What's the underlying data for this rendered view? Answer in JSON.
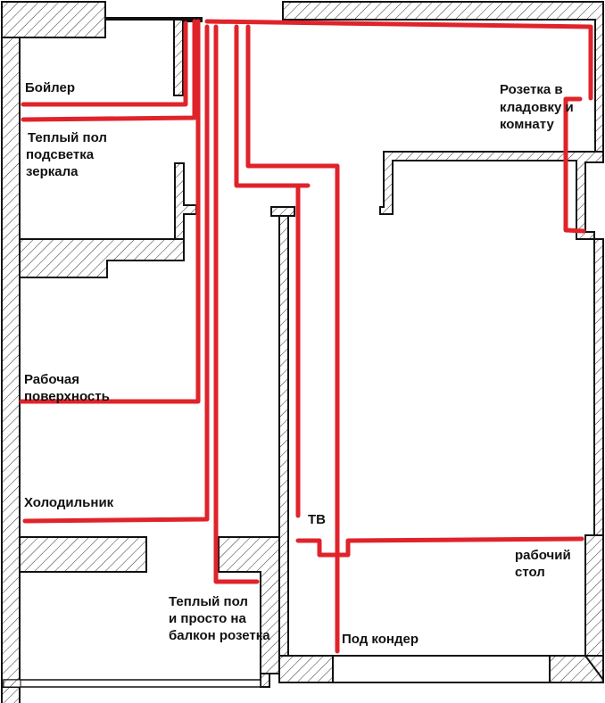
{
  "diagram": {
    "type": "floor-plan-electrical-wiring",
    "colors": {
      "wire": "#e0232a",
      "wall_stroke": "#111111",
      "hatch": "#333333",
      "background": "#ffffff"
    },
    "labels": {
      "boiler": "Бойлер",
      "bath_floor_1": "Теплый пол",
      "bath_floor_2": "подсветка",
      "bath_floor_3": "зеркала",
      "work_surface_1": "Рабочая",
      "work_surface_2": "поверхность",
      "fridge": "Холодильник",
      "balcony_1": "Теплый пол",
      "balcony_2": "и просто на",
      "balcony_3": "балкон розетка",
      "storage_1": "Розетка в",
      "storage_2": "кладовку и",
      "storage_3": "комнату",
      "tv": "ТВ",
      "desk_1": "рабочий",
      "desk_2": "стол",
      "ac": "Под кондер"
    },
    "circuits": [
      {
        "name": "boiler",
        "label": "Бойлер"
      },
      {
        "name": "bathroom",
        "label": "Теплый пол подсветка зеркала"
      },
      {
        "name": "work-surface",
        "label": "Рабочая поверхность"
      },
      {
        "name": "fridge",
        "label": "Холодильник"
      },
      {
        "name": "balcony",
        "label": "Теплый пол и просто на балкон розетка"
      },
      {
        "name": "storage-room",
        "label": "Розетка в кладовку и комнату"
      },
      {
        "name": "tv",
        "label": "ТВ"
      },
      {
        "name": "desk",
        "label": "рабочий стол"
      },
      {
        "name": "air-conditioner",
        "label": "Под кондер"
      }
    ]
  }
}
